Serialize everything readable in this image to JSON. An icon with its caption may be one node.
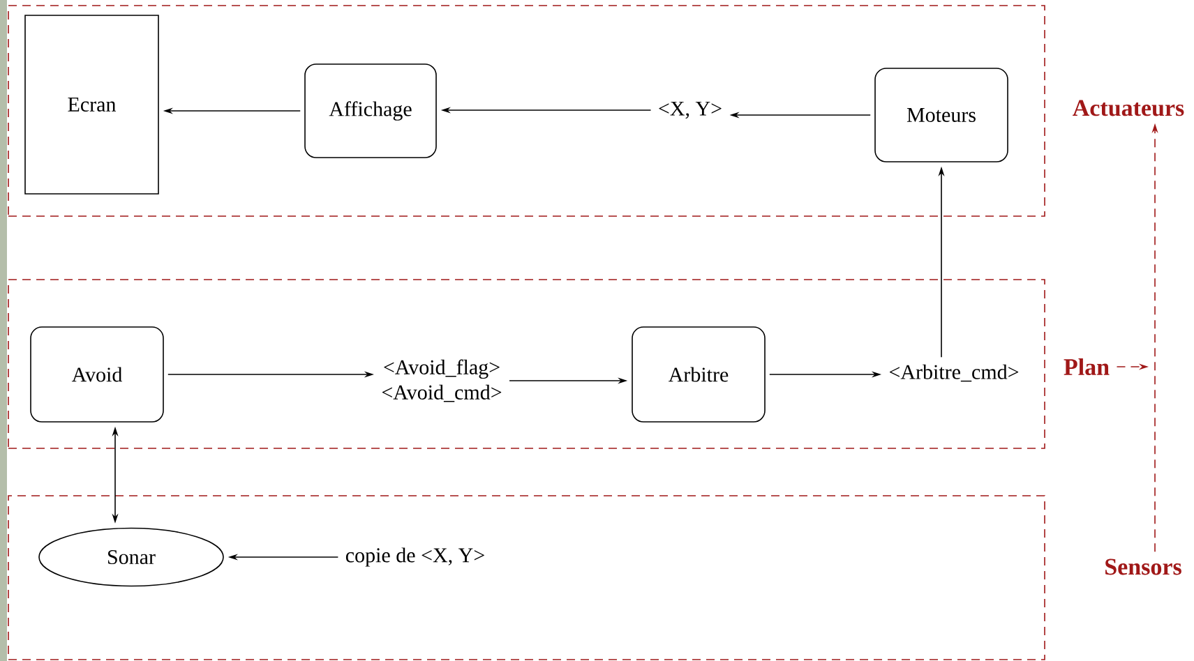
{
  "diagram": {
    "nodes": [
      {
        "text": [],
        "shape": "box"
      },
      {
        "text": [
          "Ecran"
        ],
        "in": 0
      },
      {
        "text": [
          "Affichage"
        ],
        "in": 0
      },
      {
        "text": [
          "<X, Y>"
        ],
        "in": 0
      },
      {
        "text": [
          "Moteurs"
        ],
        "in": 0
      },
      {
        "text": [],
        "shape": "box"
      },
      {
        "text": [
          "Avoid"
        ],
        "in": 5
      },
      {
        "text": [
          "<Avoid_flag>",
          "<Avoid_cmd>"
        ],
        "in": 5
      },
      {
        "text": [
          "Arbitre"
        ],
        "in": 5
      },
      {
        "text": [
          "<Arbitre_cmd>"
        ],
        "in": 5
      },
      {
        "text": [],
        "shape": "box"
      },
      {
        "text": [
          "Sonar"
        ],
        "in": 10
      },
      {
        "text": [
          "copie de <X, Y>"
        ],
        "in": 10
      },
      {
        "text": [
          "Actuateurs"
        ]
      },
      {
        "text": [
          "Plan"
        ]
      },
      {
        "text": [
          "Sensors"
        ]
      }
    ],
    "edges": [
      {
        "from": 2,
        "to": 1,
        "arrow": "to"
      },
      {
        "from": 3,
        "to": 2,
        "arrow": "to"
      },
      {
        "from": 4,
        "to": 3,
        "arrow": "to"
      },
      {
        "from": 6,
        "to": 7,
        "arrow": "to"
      },
      {
        "from": 7,
        "to": 8,
        "arrow": "to"
      },
      {
        "from": 8,
        "to": 9,
        "arrow": "to"
      },
      {
        "from": 9,
        "to": 4,
        "arrow": "to"
      },
      {
        "from": 6,
        "to": 11,
        "arrow": "both"
      },
      {
        "from": 12,
        "to": 11,
        "arrow": "to"
      },
      {
        "from": 15,
        "to": 13,
        "arrow": "to",
        "style": "dashed",
        "color": "#a01818"
      },
      {
        "from": 14,
        "to": null,
        "arrow": "to",
        "style": "dashed",
        "color": "#a01818"
      }
    ]
  }
}
